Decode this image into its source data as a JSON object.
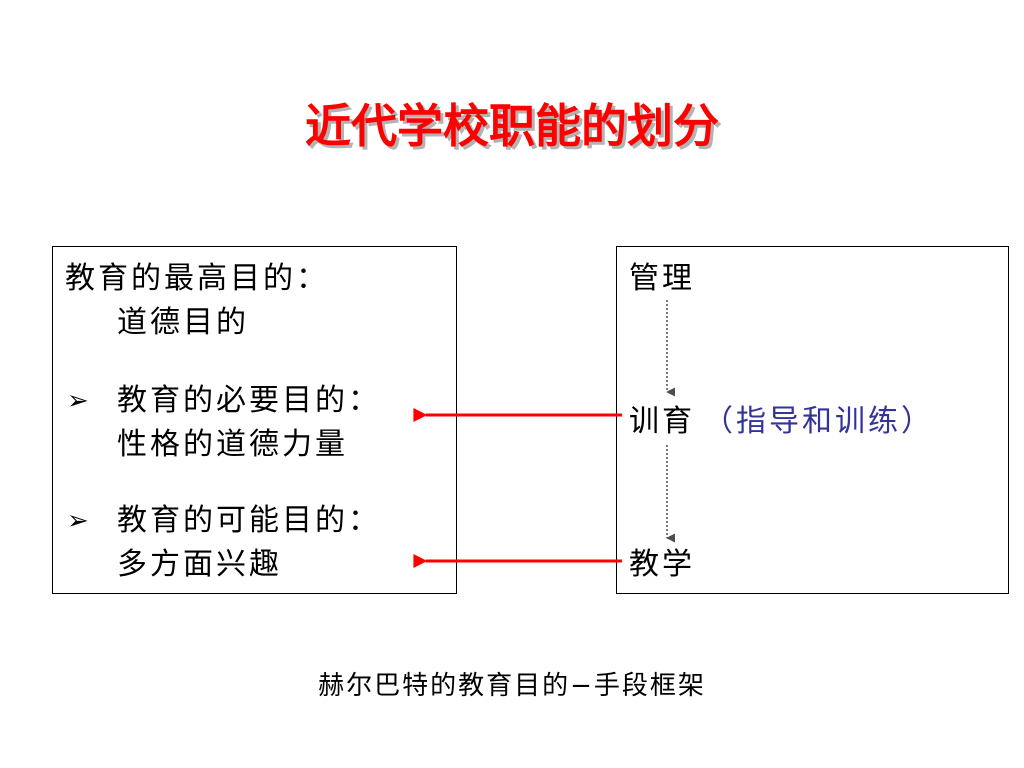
{
  "title": "近代学校职能的划分",
  "colors": {
    "title": "#ff0000",
    "arrow": "#ff0000",
    "dotted_arrow": "#4d4d4d",
    "guidance": "#333399"
  },
  "left_box": {
    "heading": "教育的最高目的：",
    "heading_value": "道德目的",
    "bullet_icon": "arrowhead-bullet-icon",
    "bullets": [
      {
        "label": "教育的必要目的：",
        "value": "性格的道德力量"
      },
      {
        "label": "教育的可能目的：",
        "value": "多方面兴趣"
      }
    ]
  },
  "right_box": {
    "items": [
      {
        "label": "管理",
        "note": ""
      },
      {
        "label": "训育",
        "note": "（指导和训练）"
      },
      {
        "label": "教学",
        "note": ""
      }
    ]
  },
  "caption": "赫尔巴特的教育目的−手段框架"
}
